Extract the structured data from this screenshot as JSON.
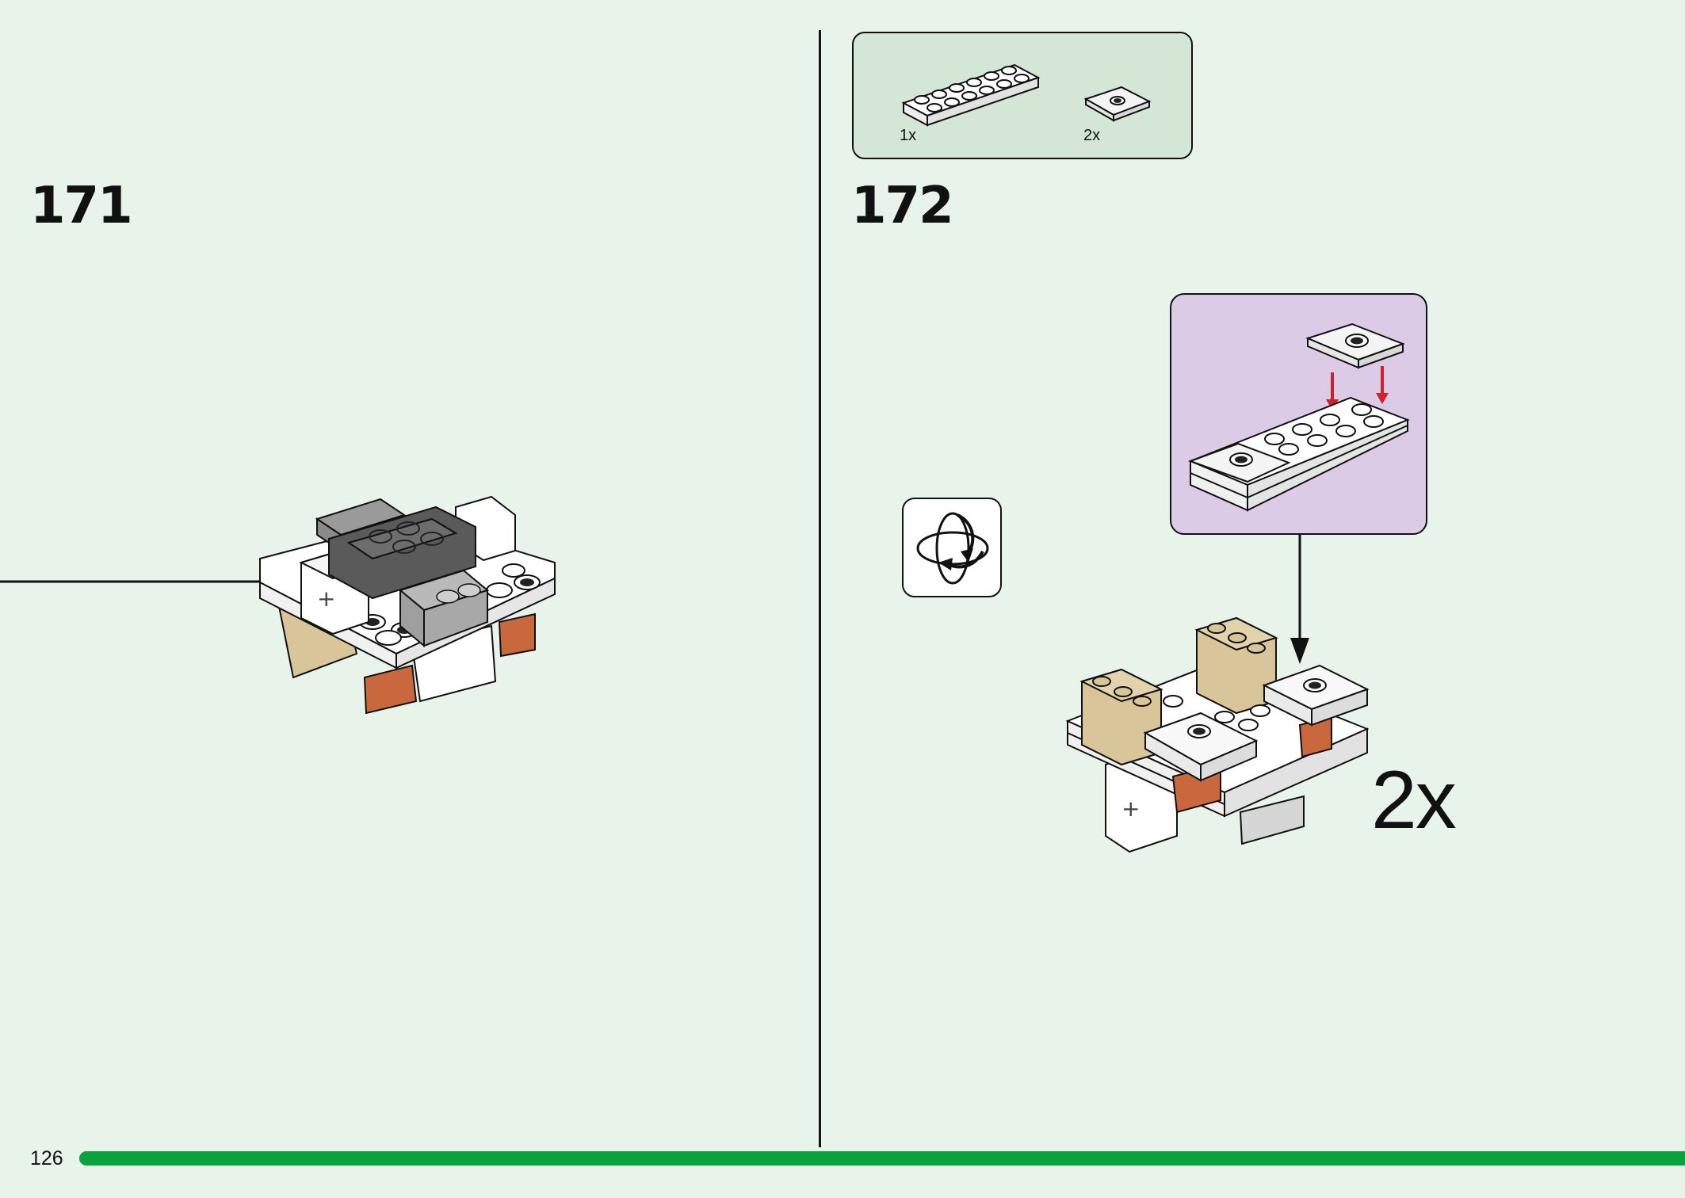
{
  "page": {
    "number": "126",
    "progress": 1.0,
    "colors": {
      "background": "#e8f4ea",
      "progress_bar": "#0aa23c",
      "parts_box": "#d4e6d5",
      "callout_box": "#dccbe6",
      "placement_arrow": "#d0202a"
    }
  },
  "left_step": {
    "number": "171"
  },
  "right_step": {
    "number": "172",
    "parts": [
      {
        "name": "white-plate-2x6",
        "quantity": "1x"
      },
      {
        "name": "white-tile-1x2-center-stud",
        "quantity": "2x"
      }
    ],
    "rotate_icon": "rotate-model-icon",
    "multiplier": "2x"
  }
}
